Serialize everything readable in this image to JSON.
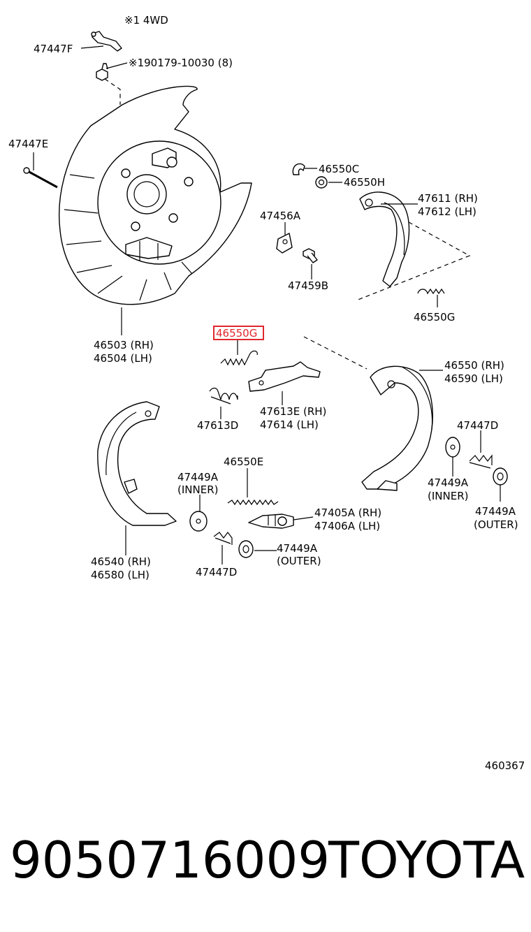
{
  "labels": {
    "note_4wd": "※1 4WD",
    "p47447F": "47447F",
    "bolt_note": "※190179-10030 (8)",
    "p47447E": "47447E",
    "p46550C": "46550C",
    "p46550H": "46550H",
    "p47611": "47611 (RH)",
    "p47612": "47612 (LH)",
    "p47456A": "47456A",
    "p47459B": "47459B",
    "p46550G_r": "46550G",
    "p46503": "46503 (RH)",
    "p46504": "46504 (LH)",
    "p46550G_hl": "46550G",
    "p46550": "46550 (RH)",
    "p46590": "46590 (LH)",
    "p47613D": "47613D",
    "p47613E": "47613E (RH)",
    "p47614": "47614   (LH)",
    "p47447D_r": "47447D",
    "p46550E": "46550E",
    "p47449A_inner_l": "47449A",
    "inner_l": "(INNER)",
    "p47449A_inner_r": "47449A",
    "inner_r": "(INNER)",
    "p47449A_outer_r": "47449A",
    "outer_r": "(OUTER)",
    "p47405A": "47405A (RH)",
    "p47406A": "47406A (LH)",
    "p46540": "46540 (RH)",
    "p46580": "46580 (LH)",
    "p47447D_b": "47447D",
    "p47449A_outer_b": "47449A",
    "outer_b": "(OUTER)",
    "figure_no": "460367"
  },
  "footer": {
    "part_number": "9050716009",
    "brand": "TOYOTA"
  },
  "highlight_color": "#e0282e"
}
